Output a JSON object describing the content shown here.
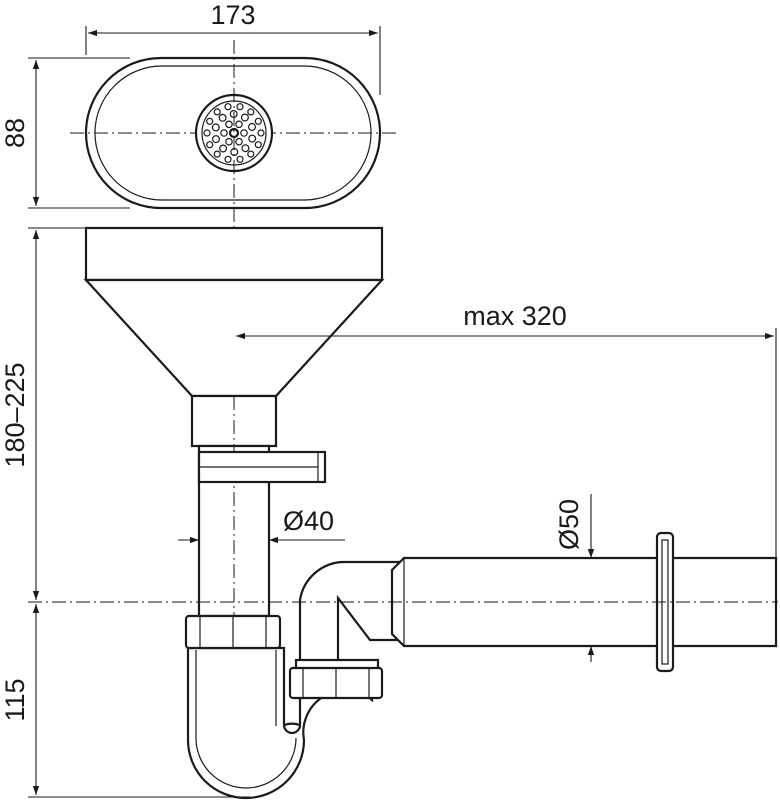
{
  "dimensions": {
    "width": "173",
    "height": "88",
    "funnel_height": "180–225",
    "trap_height": "115",
    "max_length": "max 320",
    "pipe_diameter": "Ø40",
    "outlet_diameter": "Ø50"
  },
  "colors": {
    "line": "#1a1a1a",
    "background": "#ffffff"
  }
}
